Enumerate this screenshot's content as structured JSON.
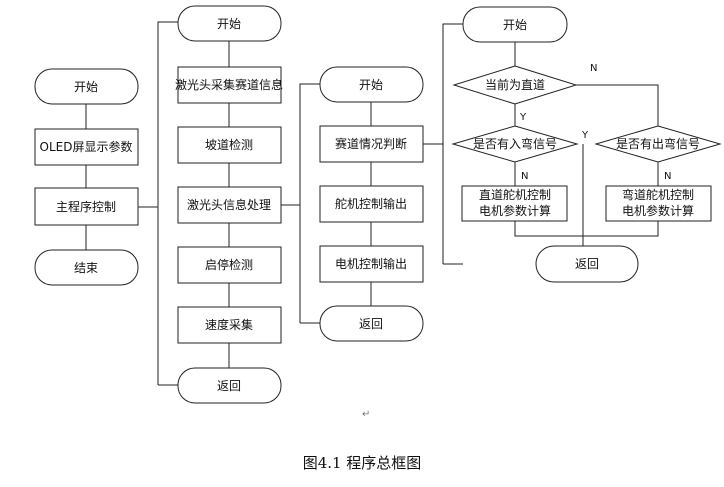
{
  "main": {
    "start": "开始",
    "oled": "OLED屏显示参数",
    "main_control": "主程序控制",
    "end": "结束"
  },
  "main_control": {
    "start": "开始",
    "laser_collect": "激光头采集赛道信息",
    "ramp": "坡道检测",
    "laser_process": "激光头信息处理",
    "start_stop": "启停检测",
    "speed": "速度采集",
    "return": "返回"
  },
  "laser_processing": {
    "start": "开始",
    "track_judge": "赛道情况判断",
    "servo_out": "舵机控制输出",
    "motor_out": "电机控制输出",
    "return": "返回"
  },
  "track_judgement": {
    "start": "开始",
    "is_straight": "当前为直道",
    "has_enter_curve": "是否有入弯信号",
    "has_exit_curve": "是否有出弯信号",
    "straight_control_l1": "直道舵机控制",
    "straight_control_l2": "电机参数计算",
    "curve_control_l1": "弯道舵机控制",
    "curve_control_l2": "电机参数计算",
    "return": "返回",
    "label_y1": "Y",
    "label_n1": "N",
    "label_y2": "Y",
    "label_n2": "N",
    "label_n3": "N"
  },
  "caption": "图4.1  程序总框图",
  "paragraph_mark": "↵"
}
